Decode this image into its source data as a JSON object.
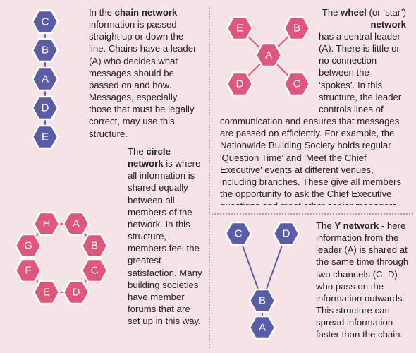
{
  "chain": {
    "title": "chain network",
    "text_before": "In the ",
    "text_after": " information is passed straight up or down the line. Chains have a leader (A) who decides what messages should be passed on and how. Messages, especially those that must be legally correct, may use this structure.",
    "nodes": [
      "C",
      "B",
      "A",
      "D",
      "E"
    ]
  },
  "wheel": {
    "title": "wheel",
    "text_before": "The ",
    "text_mid": " (or ‘star’) ",
    "title2": "network",
    "text_after": " has a central leader (A). There is little or no connection between the ‘spokes’. In this structure, the leader controls lines of communication and ensures that messages are passed on efficiently. For example, the Nationwide Building Society holds regular 'Question Time' and 'Meet the Chief Executive' events at different venues, including branches. These give all members the opportunity to ask the Chief Executive questions and meet other senior managers and branch staff.",
    "nodes": {
      "center": "A",
      "top_left": "E",
      "top_right": "B",
      "bottom_left": "D",
      "bottom_right": "C"
    }
  },
  "circle": {
    "title": "circle network",
    "text_before": "The ",
    "text_after": " is where all information is shared equally between all members of the network. In this structure, members feel the greatest satisfaction. Many building societies have member forums that are set up in this way.",
    "nodes": [
      "H",
      "A",
      "B",
      "C",
      "D",
      "E",
      "F",
      "G"
    ]
  },
  "y": {
    "title": "Y network",
    "text_before": "The ",
    "text_after": " - here information from the leader (A) is shared at the same time through two channels (C, D) who pass on the information outwards. This structure can spread information faster than the chain.",
    "nodes": {
      "top_left": "C",
      "top_right": "D",
      "middle": "B",
      "bottom": "A"
    }
  },
  "colors": {
    "blue_fill": "#5b5ca7",
    "pink_fill": "#e2557d",
    "stroke": "#ffffff"
  }
}
